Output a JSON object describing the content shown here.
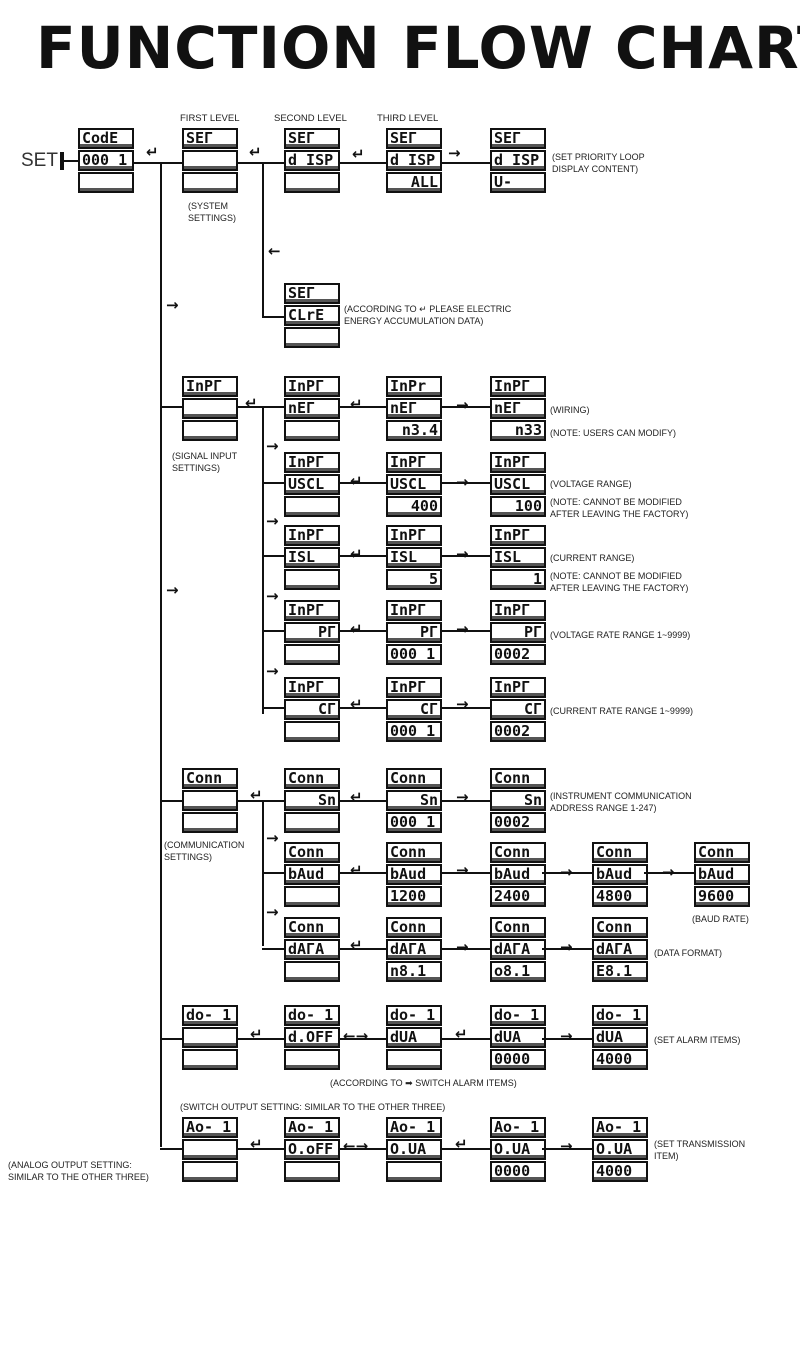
{
  "title": "FUNCTION FLOW CHART",
  "set_label": "SET",
  "headers": {
    "first": "FIRST LEVEL",
    "second": "SECOND LEVEL",
    "third": "THIRD LEVEL"
  },
  "displays": {
    "code": [
      "CodE",
      "000 1",
      ""
    ],
    "sys1": [
      "SEΓ",
      "",
      ""
    ],
    "sys2": [
      "SEΓ",
      "d ISP",
      ""
    ],
    "sys3": [
      "SEΓ",
      "d ISP",
      "ALL"
    ],
    "sys4": [
      "SEΓ",
      "d ISP",
      "U-"
    ],
    "clre": [
      "SEΓ",
      "CLrE",
      ""
    ],
    "inp1": [
      "InPΓ",
      "",
      ""
    ],
    "net2": [
      "InPΓ",
      "nEΓ",
      ""
    ],
    "net3": [
      "InPr",
      "nEΓ",
      "n3.4"
    ],
    "net4": [
      "InPΓ",
      "nEΓ",
      "n33"
    ],
    "uscl2": [
      "InPΓ",
      "USCL",
      ""
    ],
    "uscl3": [
      "InPΓ",
      "USCL",
      "400"
    ],
    "uscl4": [
      "InPΓ",
      "USCL",
      "100"
    ],
    "isl2": [
      "InPΓ",
      "ISL",
      ""
    ],
    "isl3": [
      "InPΓ",
      "ISL",
      "5"
    ],
    "isl4": [
      "InPΓ",
      "ISL",
      "1"
    ],
    "pt2": [
      "InPΓ",
      "PΓ",
      ""
    ],
    "pt3": [
      "InPΓ",
      "PΓ",
      "000 1"
    ],
    "pt4": [
      "InPΓ",
      "PΓ",
      "0002"
    ],
    "ct2": [
      "InPΓ",
      "CΓ",
      ""
    ],
    "ct3": [
      "InPΓ",
      "CΓ",
      "000 1"
    ],
    "ct4": [
      "InPΓ",
      "CΓ",
      "0002"
    ],
    "conn1": [
      "Conn",
      "",
      ""
    ],
    "sn2": [
      "Conn",
      "Sn",
      ""
    ],
    "sn3": [
      "Conn",
      "Sn",
      "000 1"
    ],
    "sn4": [
      "Conn",
      "Sn",
      "0002"
    ],
    "baud2": [
      "Conn",
      "bAud",
      ""
    ],
    "baud3": [
      "Conn",
      "bAud",
      "1200"
    ],
    "baud4": [
      "Conn",
      "bAud",
      "2400"
    ],
    "baud5": [
      "Conn",
      "bAud",
      "4800"
    ],
    "baud6": [
      "Conn",
      "bAud",
      "9600"
    ],
    "data2": [
      "Conn",
      "dAΓA",
      ""
    ],
    "data3": [
      "Conn",
      "dAΓA",
      "n8.1"
    ],
    "data4": [
      "Conn",
      "dAΓA",
      "o8.1"
    ],
    "data5": [
      "Conn",
      "dAΓA",
      "E8.1"
    ],
    "do1": [
      "do- 1",
      "",
      ""
    ],
    "do2": [
      "do- 1",
      "d.OFF",
      ""
    ],
    "do3": [
      "do- 1",
      "dUA",
      ""
    ],
    "do4": [
      "do- 1",
      "dUA",
      "0000"
    ],
    "do5": [
      "do- 1",
      "dUA",
      "4000"
    ],
    "ao1": [
      "Ao- 1",
      "",
      ""
    ],
    "ao2": [
      "Ao- 1",
      "O.oFF",
      ""
    ],
    "ao3": [
      "Ao- 1",
      "O.UA",
      ""
    ],
    "ao4": [
      "Ao- 1",
      "O.UA",
      "0000"
    ],
    "ao5": [
      "Ao- 1",
      "O.UA",
      "4000"
    ]
  },
  "notes": {
    "system_settings": "(SYSTEM\nSETTINGS)",
    "priority_loop": "(SET PRIORITY LOOP\nDISPLAY CONTENT)",
    "clear_energy": "(ACCORDING TO ↵ PLEASE ELECTRIC\nENERGY ACCUMULATION DATA)",
    "signal_input": "(SIGNAL INPUT\nSETTINGS)",
    "wiring": "(WIRING)",
    "users_modify": "(NOTE: USERS CAN MODIFY)",
    "voltage_range": "(VOLTAGE RANGE)",
    "voltage_note": "(NOTE: CANNOT BE MODIFIED\nAFTER LEAVING THE FACTORY)",
    "current_range": "(CURRENT RANGE)",
    "current_note": "(NOTE: CANNOT BE MODIFIED\nAFTER LEAVING THE FACTORY)",
    "voltage_rate": "(VOLTAGE RATE RANGE 1~9999)",
    "current_rate": "(CURRENT RATE RANGE 1~9999)",
    "comm_settings": "(COMMUNICATION\nSETTINGS)",
    "comm_address": "(INSTRUMENT COMMUNICATION\nADDRESS RANGE 1-247)",
    "baud_rate": "(BAUD RATE)",
    "data_format": "(DATA FORMAT)",
    "alarm_items": "(SET ALARM ITEMS)",
    "switch_alarm": "(ACCORDING TO ➡ SWITCH ALARM ITEMS)",
    "switch_output": "(SWITCH OUTPUT SETTING: SIMILAR TO THE OTHER THREE)",
    "transmission": "(SET TRANSMISSION\nITEM)",
    "analog_output": "(ANALOG OUTPUT SETTING:\nSIMILAR TO THE OTHER THREE)"
  }
}
